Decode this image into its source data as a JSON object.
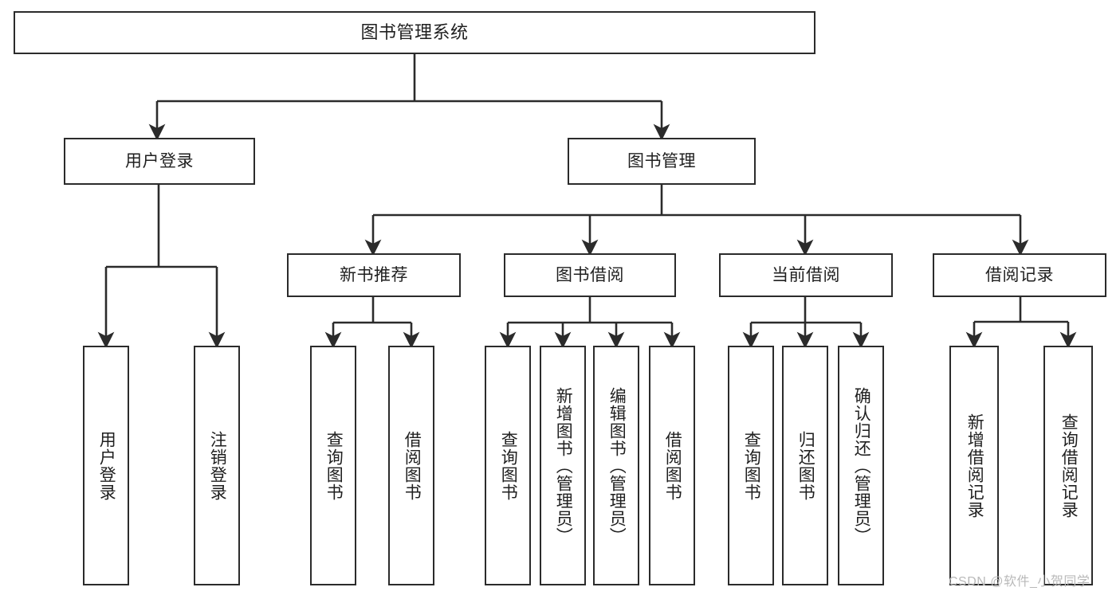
{
  "diagram": {
    "title": "图书管理系统",
    "type": "功能结构图",
    "nodes": {
      "root": {
        "label": "图书管理系统"
      },
      "level2": [
        {
          "id": "user-login",
          "label": "用户登录"
        },
        {
          "id": "book-manage",
          "label": "图书管理"
        }
      ],
      "level3": [
        {
          "id": "new-book-recommend",
          "label": "新书推荐"
        },
        {
          "id": "book-borrow",
          "label": "图书借阅"
        },
        {
          "id": "current-borrow",
          "label": "当前借阅"
        },
        {
          "id": "borrow-record",
          "label": "借阅记录"
        }
      ],
      "leaves": {
        "user_login": [
          {
            "id": "leaf-user-login",
            "label": "用户登录"
          },
          {
            "id": "leaf-logout-login",
            "label": "注销登录"
          }
        ],
        "new_book_recommend": [
          {
            "id": "leaf-query-book-1",
            "label": "查询图书"
          },
          {
            "id": "leaf-borrow-book-1",
            "label": "借阅图书"
          }
        ],
        "book_borrow": [
          {
            "id": "leaf-query-book-2",
            "label": "查询图书"
          },
          {
            "id": "leaf-add-book",
            "label": "新增图书（管理员）"
          },
          {
            "id": "leaf-edit-book",
            "label": "编辑图书（管理员）"
          },
          {
            "id": "leaf-borrow-book-2",
            "label": "借阅图书"
          }
        ],
        "current_borrow": [
          {
            "id": "leaf-query-book-3",
            "label": "查询图书"
          },
          {
            "id": "leaf-return-book",
            "label": "归还图书"
          },
          {
            "id": "leaf-confirm-return",
            "label": "确认归还（管理员）"
          }
        ],
        "borrow_record": [
          {
            "id": "leaf-add-record",
            "label": "新增借阅记录"
          },
          {
            "id": "leaf-query-record",
            "label": "查询借阅记录"
          }
        ]
      }
    },
    "colors": {
      "stroke": "#2b2b2b",
      "fill": "#ffffff",
      "text": "#1f1f1f",
      "watermark": "#b9b9b9"
    }
  },
  "watermark": {
    "text": "CSDN @软件_小贺同学"
  }
}
